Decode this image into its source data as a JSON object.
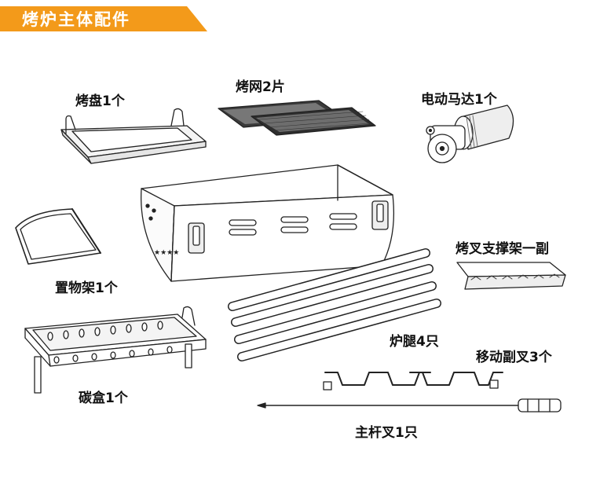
{
  "header": {
    "title": "烤炉主体配件",
    "accent_color": "#f39a1a"
  },
  "parts": {
    "grill_pan": "烤盘1个",
    "grill_net": "烤网2片",
    "motor": "电动马达1个",
    "fork_support": "烤叉支撑架一副",
    "shelf": "置物架1个",
    "legs": "炉腿4只",
    "movable_fork": "移动副叉3个",
    "charcoal_box": "碳盒1个",
    "main_rod": "主杆叉1只"
  }
}
